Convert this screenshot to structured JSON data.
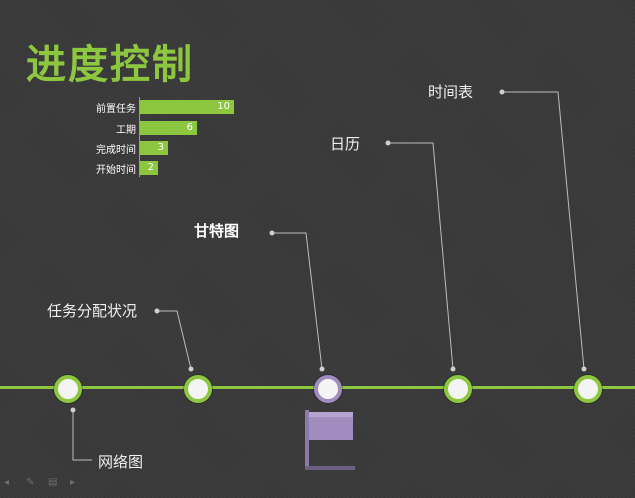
{
  "title": "进度控制",
  "colors": {
    "accent": "#8dc63f",
    "flag": "#a08cbe",
    "background": "#3a3a3a"
  },
  "chart_data": {
    "type": "bar",
    "orientation": "horizontal",
    "categories": [
      "前置任务",
      "工期",
      "完成时间",
      "开始时间"
    ],
    "values": [
      10,
      6,
      3,
      2
    ],
    "title": "",
    "xlabel": "",
    "ylabel": "",
    "grid": false,
    "legend": false
  },
  "bars": [
    {
      "label": "前置任务",
      "value": "10"
    },
    {
      "label": "工期",
      "value": "6"
    },
    {
      "label": "完成时间",
      "value": "3"
    },
    {
      "label": "开始时间",
      "value": "2"
    }
  ],
  "timeline": {
    "items": [
      {
        "label": "网络图"
      },
      {
        "label": "任务分配状况"
      },
      {
        "label": "甘特图"
      },
      {
        "label": "日历"
      },
      {
        "label": "时间表"
      }
    ]
  },
  "nav": {
    "back": "◂",
    "pen": "✎",
    "menu": "▤",
    "forward": "▸"
  }
}
